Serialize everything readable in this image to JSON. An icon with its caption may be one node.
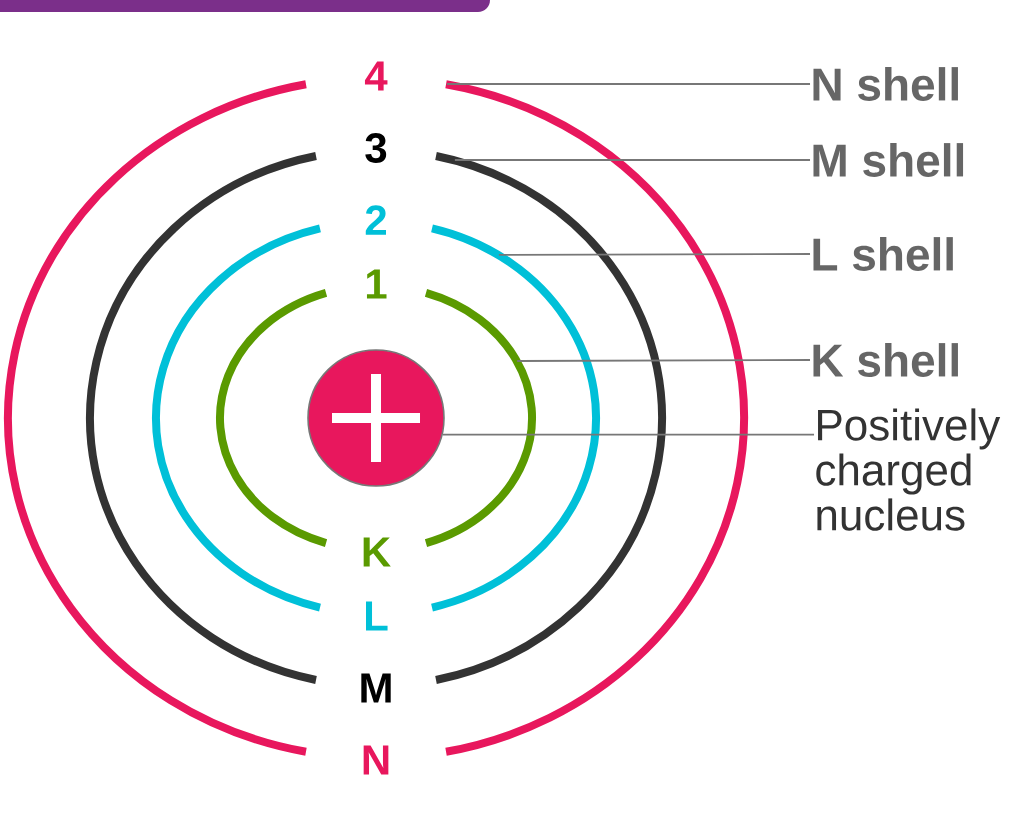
{
  "diagram": {
    "nodes": [
      {
        "text": [
          "4",
          "N"
        ]
      },
      {
        "text": [
          "3",
          "M"
        ],
        "in": 0
      },
      {
        "text": [
          "2",
          "L"
        ],
        "in": 1
      },
      {
        "text": [
          "1",
          "K"
        ],
        "in": 2
      },
      {
        "text": [],
        "shape": "circle",
        "in": 3
      },
      {
        "text": [
          "N shell"
        ]
      },
      {
        "text": [
          "M shell"
        ]
      },
      {
        "text": [
          "L shell"
        ]
      },
      {
        "text": [
          "K shell"
        ]
      },
      {
        "text": [
          "Positively charged nucleus"
        ]
      }
    ],
    "edges": [
      {
        "from": 5,
        "to": 0,
        "arrow": "none"
      },
      {
        "from": 6,
        "to": 1,
        "arrow": "none"
      },
      {
        "from": 7,
        "to": 2,
        "arrow": "none"
      },
      {
        "from": 8,
        "to": 3,
        "arrow": "none"
      },
      {
        "from": 9,
        "to": 4,
        "arrow": "none"
      }
    ]
  }
}
